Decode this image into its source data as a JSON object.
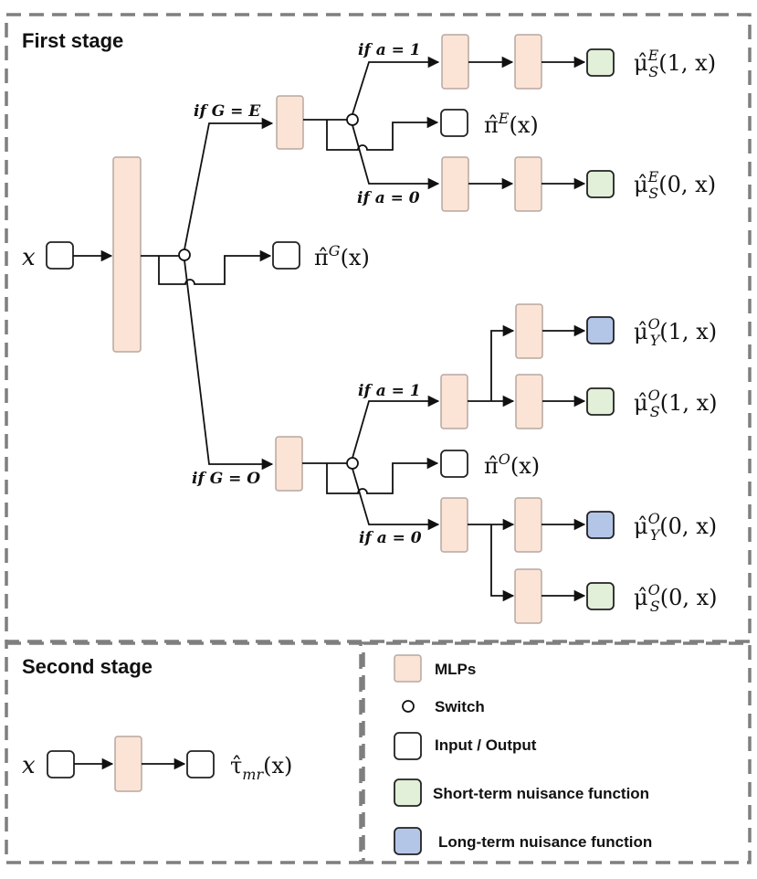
{
  "sections": {
    "first_stage": "First stage",
    "second_stage": "Second stage"
  },
  "input_var": "x",
  "conditions": {
    "g_eq_e": "if G = E",
    "g_eq_o": "if G = O",
    "a1_top": "if a = 1",
    "a0_top": "if a = 0",
    "a1_bottom": "if a = 1",
    "a0_bottom": "if a = 0"
  },
  "outputs": {
    "mu_s_e_1": {
      "base": "μ̂",
      "sup": "E",
      "sub": "S",
      "args": "(1, x)"
    },
    "pi_e": {
      "base": "π̂",
      "sup": "E",
      "sub": "",
      "args": "(x)"
    },
    "mu_s_e_0": {
      "base": "μ̂",
      "sup": "E",
      "sub": "S",
      "args": "(0, x)"
    },
    "pi_g": {
      "base": "π̂",
      "sup": "G",
      "sub": "",
      "args": "(x)"
    },
    "mu_y_o_1": {
      "base": "μ̂",
      "sup": "O",
      "sub": "Y",
      "args": "(1, x)"
    },
    "mu_s_o_1": {
      "base": "μ̂",
      "sup": "O",
      "sub": "S",
      "args": "(1, x)"
    },
    "pi_o": {
      "base": "π̂",
      "sup": "O",
      "sub": "",
      "args": "(x)"
    },
    "mu_y_o_0": {
      "base": "μ̂",
      "sup": "O",
      "sub": "Y",
      "args": "(0, x)"
    },
    "mu_s_o_0": {
      "base": "μ̂",
      "sup": "O",
      "sub": "S",
      "args": "(0, x)"
    },
    "tau_mr": {
      "base": "τ̂",
      "sup": "",
      "sub": "mr",
      "args": "(x)"
    }
  },
  "legend": {
    "mlps": "MLPs",
    "switch": "Switch",
    "io": "Input / Output",
    "short_term": "Short-term nuisance function",
    "long_term": "Long-term nuisance function"
  },
  "colors": {
    "mlp_fill": "#fbe3d6",
    "short_term_fill": "#e2efd9",
    "long_term_fill": "#b4c6e7",
    "frame": "#7f7f7f"
  }
}
